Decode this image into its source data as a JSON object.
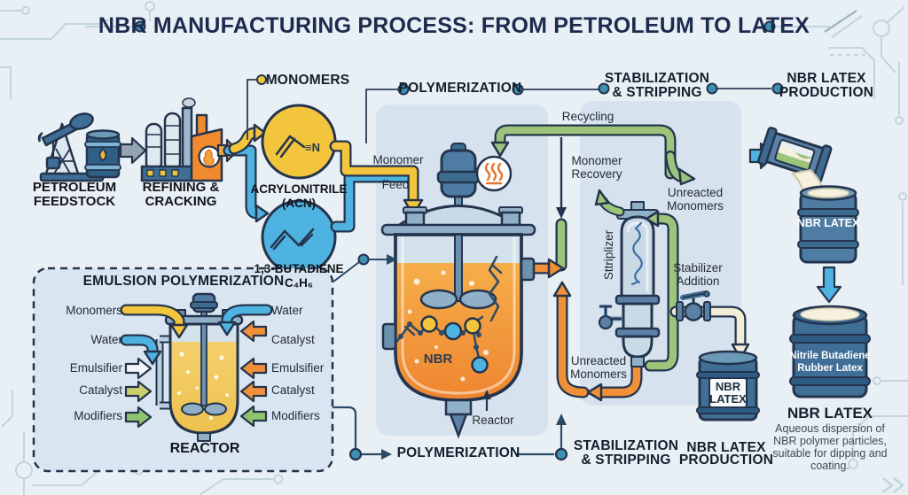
{
  "title": "NBR MANUFACTURING PROCESS: FROM PETROLEUM TO LATEX",
  "flow": {
    "petroleum_l1": "PETROLEUM",
    "petroleum_l2": "FEEDSTOCK",
    "refining_l1": "REFINING &",
    "refining_l2": "CRACKING"
  },
  "monomers": {
    "header": "MONOMERS",
    "acn_name": "ACRYLONITRILE",
    "acn_abbr": "(ACN)",
    "acn_bond": "≡N",
    "butadiene_name": "1,3-BUTADIENE",
    "butadiene_formula": "C₄H₆"
  },
  "polymerization": {
    "header": "POLYMERIZATION",
    "feed_l1": "Monomer",
    "feed_l2": "Feed",
    "vessel_label": "NBR",
    "reactor_caption": "Reactor",
    "bottom_label": "POLYMERIZATION"
  },
  "stabilization": {
    "header_l1": "STABILIZATION",
    "header_l2": "& STRIPPING",
    "recycling": "Recycling",
    "recovery_l1": "Monomer",
    "recovery_l2": "Recovery",
    "unreacted_top_l1": "Unreacted",
    "unreacted_top_l2": "Monomers",
    "stripper_label": "Sttriplizer",
    "stabilizer_l1": "Stabilizer",
    "stabilizer_l2": "Addition",
    "unreacted_bottom_l1": "Unreacted",
    "unreacted_bottom_l2": "Monomers",
    "drum_l1": "NBR",
    "drum_l2": "LATEX",
    "bottom_l1": "STABILIZATION",
    "bottom_l2": "& STRIPPING"
  },
  "production": {
    "header_l1": "NBR LATEX",
    "header_l2": "PRODUCTION",
    "drum1_label": "NBR LATEX",
    "drum2_l1": "Nitrile Butadiene",
    "drum2_l2": "Rubber Latex",
    "product_title": "NBR LATEX",
    "desc_l1": "Aqueous dispersion of",
    "desc_l2": "NBR polymer particles,",
    "desc_l3": "suitable for dipping and",
    "desc_l4": "coating.",
    "bottom_l1": "NBR LATEX",
    "bottom_l2": "PRODUCTION"
  },
  "emulsion": {
    "title": "EMULSION POLYMERIZATION",
    "left_labels": [
      "Monomers",
      "Water",
      "Emulsifier",
      "Catalyst",
      "Modifiers"
    ],
    "right_labels": [
      "Water",
      "Catalyst",
      "Emulsifier",
      "Catalyst",
      "Modifiers"
    ],
    "reactor_label": "REACTOR"
  },
  "colors": {
    "background": "#E9F0F5",
    "panel": "#D6E3EF",
    "navy_outline": "#24344D",
    "yellow": "#F2C53D",
    "blue": "#4FB3E2",
    "green": "#9CC47A",
    "orange": "#F09038",
    "steel": "#4F7CA3",
    "teal_dot": "#3F8FB5",
    "cream": "#F3EDD8"
  }
}
